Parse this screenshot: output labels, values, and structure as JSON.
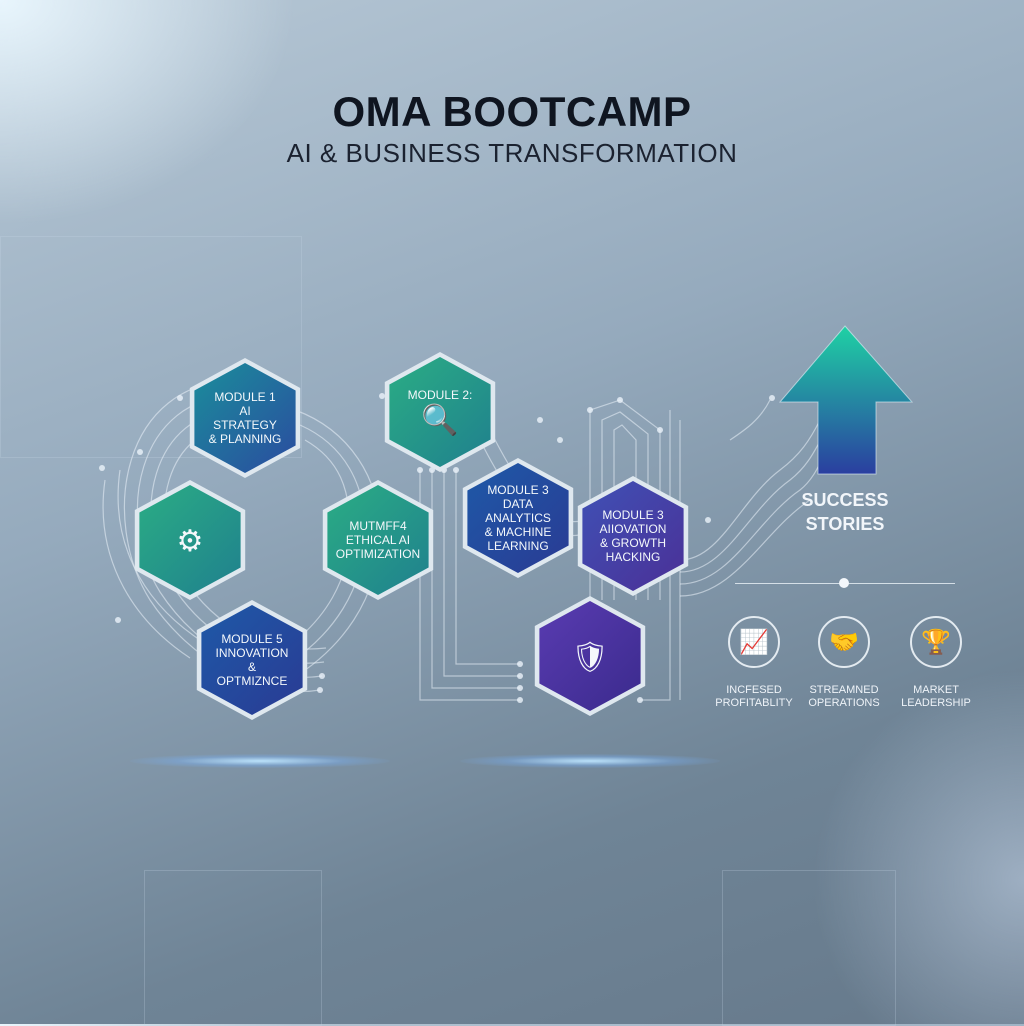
{
  "header": {
    "title": "OMA BOOTCAMP",
    "subtitle": "AI & BUSINESS TRANSFORMATION"
  },
  "modules": [
    {
      "name": "module-1",
      "lines": [
        "MODULE 1",
        "AI STRATEGY",
        "& PLANNING"
      ],
      "gradient": "blue"
    },
    {
      "name": "module-2",
      "lines": [
        "MODULE 2:"
      ],
      "icon": "analytics-search-icon",
      "gradient": "green"
    },
    {
      "name": "module-brain",
      "lines": [],
      "icon": "brain-gears-icon",
      "gradient": "green"
    },
    {
      "name": "module-4",
      "lines": [
        "MUTMFF4",
        "ETHICAL AI",
        "OPTIMIZATION"
      ],
      "gradient": "green"
    },
    {
      "name": "module-3-data",
      "lines": [
        "MODULE 3",
        "DATA ANALYTICS",
        "& MACHINE",
        "LEARNING"
      ],
      "gradient": "navy"
    },
    {
      "name": "module-3-growth",
      "lines": [
        "MODULE 3",
        "AIIOVATION",
        "& GROWTH",
        "HACKING"
      ],
      "gradient": "purple"
    },
    {
      "name": "module-5",
      "lines": [
        "MODULE 5",
        "INNOVATION",
        "& OPTMIZNCE"
      ],
      "gradient": "navy"
    },
    {
      "name": "module-shield",
      "lines": [],
      "icon": "shield-rocket-icon",
      "gradient": "violet"
    }
  ],
  "success": {
    "label": "SUCCESS STORIES"
  },
  "outcomes": [
    {
      "icon": "chart-growth-icon",
      "glyph": "📈",
      "label_1": "INCFESED",
      "label_2": "PROFITABLITY"
    },
    {
      "icon": "handshake-icon",
      "glyph": "🤝",
      "label_1": "STREAMNED",
      "label_2": "OPERATIONS"
    },
    {
      "icon": "trophy-icon",
      "glyph": "🏆",
      "label_1": "MARKET",
      "label_2": "LEADERSHIP"
    }
  ],
  "colors": {
    "arrow_top": "#1fd1a4",
    "arrow_bottom": "#2a3fa0",
    "text_dark": "#0f1520"
  }
}
